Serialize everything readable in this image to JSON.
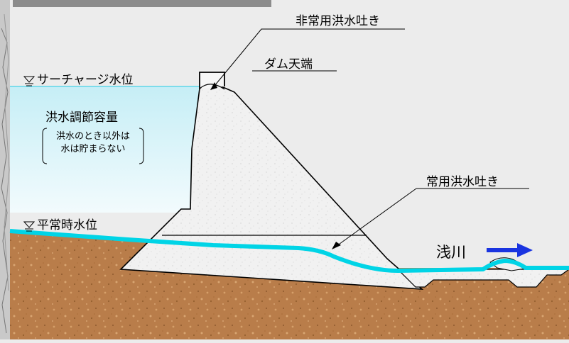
{
  "labels": {
    "emergency_spillway": "非常用洪水吐き",
    "dam_crest": "ダム天端",
    "surcharge_level": "サーチャージ水位",
    "flood_control_capacity": "洪水調節容量",
    "flood_note_line1": "洪水のとき以外は",
    "flood_note_line2": "水は貯まらない",
    "normal_spillway": "常用洪水吐き",
    "normal_water_level": "平常時水位",
    "river_name": "浅川"
  },
  "colors": {
    "background": "#ececec",
    "reservoir_water": "#d2f1f7",
    "water_line": "#00e0f0",
    "dam_concrete": "#f3f3f3",
    "ground": "#b97d4a",
    "flow_arrow": "#1a34e0",
    "top_bar": "#8c8c8c"
  },
  "icons": {
    "water_level_marker": "triangle-down-with-lines",
    "flow_direction": "arrow-right"
  }
}
